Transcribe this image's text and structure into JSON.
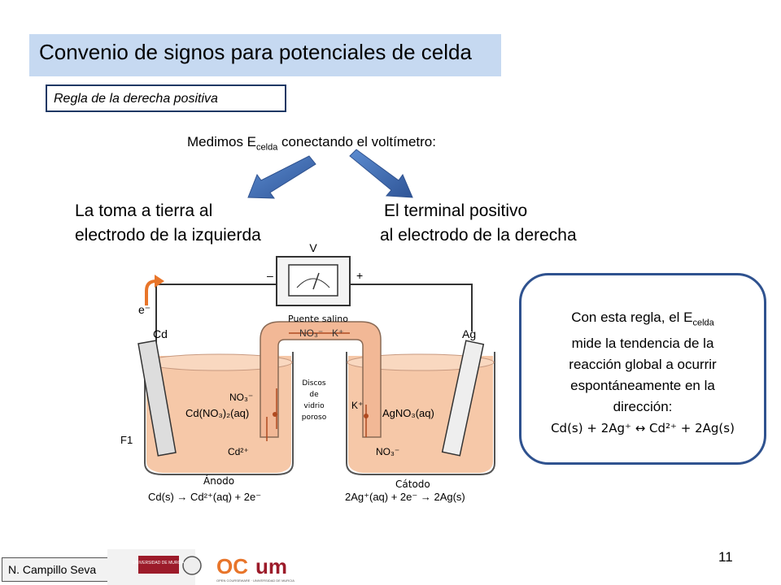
{
  "title": "Convenio de signos para potenciales de celda",
  "rule": "Regla de la derecha positiva",
  "measure": {
    "prefix": "Medimos E",
    "sub": "celda",
    "suffix": " conectando el voltímetro:"
  },
  "left_text": {
    "line1": "La toma a tierra al",
    "line2": "electrodo de la izquierda"
  },
  "right_text": {
    "line1": "El terminal positivo",
    "line2": "al electrodo de la derecha"
  },
  "diagram": {
    "voltmeter": "V",
    "minus": "–",
    "plus": "+",
    "electron": "e⁻",
    "cd": "Cd",
    "ag": "Ag",
    "salt_bridge": "Puente salino",
    "discs": [
      "Discos",
      "de",
      "vidrio",
      "poroso"
    ],
    "left_solution": "Cd(NO₃)₂(aq)",
    "right_solution": "AgNO₃(aq)",
    "no3_top": "NO₃⁻",
    "k_top": "K⁺",
    "no3_left": "NO₃⁻",
    "cd2_left": "Cd²⁺",
    "k_right": "K⁺",
    "no3_right": "NO₃⁻",
    "anode": "Ánodo",
    "cathode": "Cátodo",
    "anode_eq": "Cd(s) → Cd²⁺(aq) + 2e⁻",
    "cathode_eq": "2Ag⁺(aq) + 2e⁻ → 2Ag(s)",
    "figure_label": "F1"
  },
  "info": {
    "line1_prefix": "Con esta regla, el E",
    "line1_sub": "celda",
    "line2": "mide la tendencia de la",
    "line3": "reacción global a ocurrir",
    "line4": "espontáneamente en la",
    "line5": "dirección:",
    "reaction": "Cd(s) + 2Ag⁺ ↔ Cd²⁺ + 2Ag(s)"
  },
  "footer": {
    "author": "N. Campillo Seva",
    "page": "11",
    "logo1": "UNIVERSIDAD DE MURCIA",
    "logo2_oc": "OC",
    "logo2_um": "um",
    "logo2_sub": "OPEN COURSEWARE · UNIVERSIDAD DE MURCIA"
  },
  "colors": {
    "title_bg": "#c6d9f1",
    "accent": "#2f528f",
    "solution": "#f6c8a8",
    "arrow_orange": "#e8752a"
  }
}
